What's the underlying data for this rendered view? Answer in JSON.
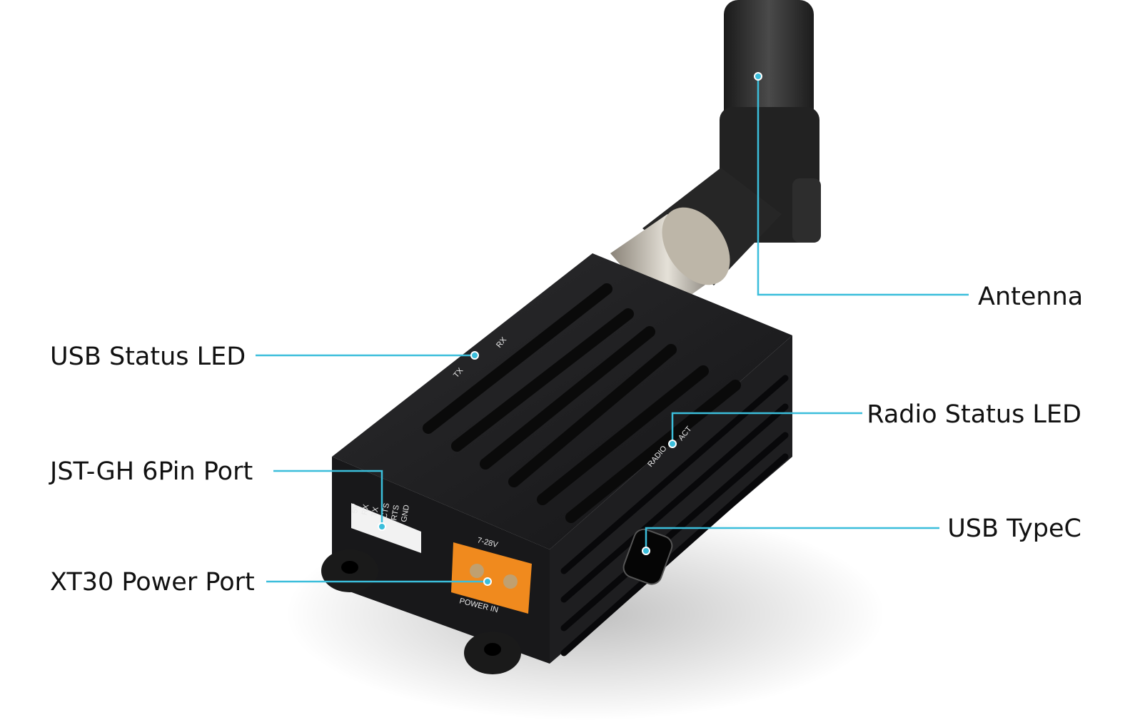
{
  "accent_color": "#3bbedb",
  "callouts": [
    {
      "id": "antenna",
      "label": "Antenna"
    },
    {
      "id": "usb-status-led",
      "label": "USB Status LED"
    },
    {
      "id": "radio-status-led",
      "label": "Radio Status LED"
    },
    {
      "id": "jst-gh-port",
      "label": "JST-GH 6Pin Port"
    },
    {
      "id": "usb-typec",
      "label": "USB TypeC"
    },
    {
      "id": "xt30-power-port",
      "label": "XT30 Power Port"
    }
  ],
  "silkscreen": {
    "pins": [
      "5V",
      "RX",
      "TX",
      "CTS",
      "RTS",
      "GND"
    ],
    "voltage": "7-28V",
    "power": "POWER IN",
    "radio": "RADIO",
    "act": "ACT",
    "tx": "TX",
    "rx": "RX"
  }
}
